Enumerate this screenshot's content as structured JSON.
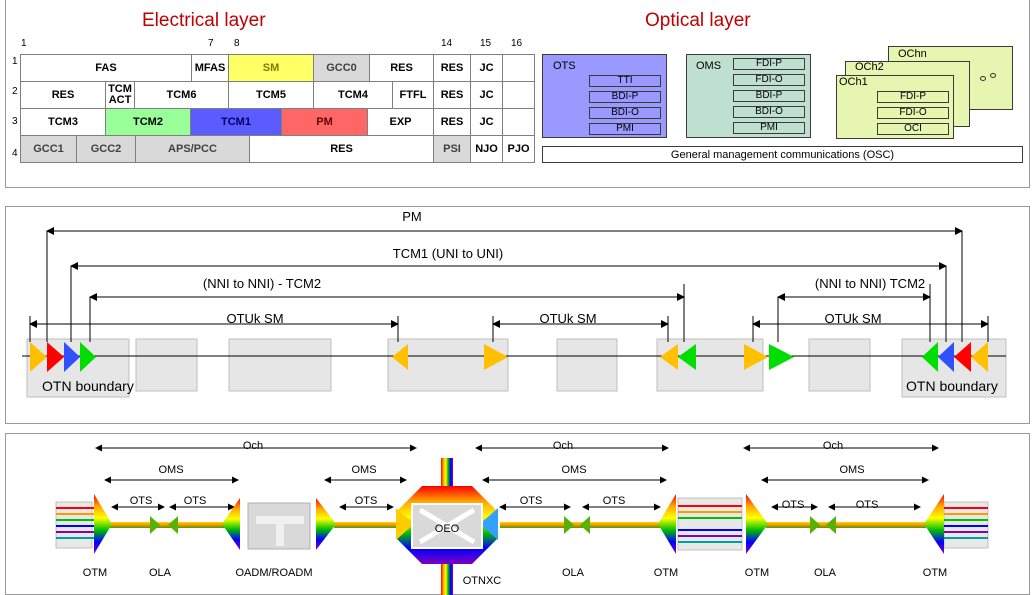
{
  "electrical": {
    "title": "Electrical layer",
    "col_numbers": [
      "1",
      "7",
      "8",
      "14",
      "15",
      "16"
    ],
    "row_numbers": [
      "1",
      "2",
      "3",
      "4"
    ],
    "cells": {
      "fas": "FAS",
      "mfas": "MFAS",
      "sm": "SM",
      "gcc0": "GCC0",
      "res_r1": "RES",
      "res_r1b": "RES",
      "jc_r1": "JC",
      "res_r2": "RES",
      "tcm_act": "TCM ACT",
      "tcm6": "TCM6",
      "tcm5": "TCM5",
      "tcm4": "TCM4",
      "ftfl": "FTFL",
      "res_r2b": "RES",
      "jc_r2": "JC",
      "tcm3": "TCM3",
      "tcm2": "TCM2",
      "tcm1": "TCM1",
      "pm": "PM",
      "exp": "EXP",
      "res_r3": "RES",
      "jc_r3": "JC",
      "gcc1": "GCC1",
      "gcc2": "GCC2",
      "aps_pcc": "APS/PCC",
      "res_r4": "RES",
      "psi": "PSI",
      "njo": "NJO",
      "pjo": "PJO"
    }
  },
  "optical": {
    "title": "Optical layer",
    "ots": {
      "label": "OTS",
      "fields": [
        "TTI",
        "BDI-P",
        "BDI-O",
        "PMI"
      ]
    },
    "oms": {
      "label": "OMS",
      "fields": [
        "FDI-P",
        "FDI-O",
        "BDI-P",
        "BDI-O",
        "PMI"
      ]
    },
    "och": {
      "labels": [
        "OChn",
        "OCh2",
        "OCh1"
      ],
      "fields": [
        "FDI-P",
        "FDI-O",
        "OCI"
      ]
    },
    "osc": "General management communications (OSC)"
  },
  "monitoring": {
    "pm": "PM",
    "tcm1": "TCM1 (UNI to UNI)",
    "tcm2_left": "(NNI to NNI) -  TCM2",
    "tcm2_right": "(NNI to NNI)  TCM2",
    "otuk_sm": "OTUk SM",
    "otn_boundary": "OTN boundary"
  },
  "network": {
    "och": "Och",
    "oms": "OMS",
    "ots": "OTS",
    "oeo": "OEO",
    "nodes": [
      "OTM",
      "OLA",
      "OADM/ROADM",
      "OTNXC",
      "OLA",
      "OTM",
      "OTM",
      "OLA",
      "OTM"
    ]
  },
  "colors": {
    "title": "#c00000",
    "sm": "#ffff66",
    "gcc_gray": "#d9d9d9",
    "tcm2": "#99ff99",
    "tcm1": "#5b5bff",
    "pm": "#ff6666",
    "ots_bg": "#9999ff",
    "oms_bg": "#bfe0d0",
    "och_bg": "#e6f5b0",
    "tri_yellow": "#ffc000",
    "tri_red": "#ff0000",
    "tri_blue": "#3050ff",
    "tri_green": "#00dd00"
  }
}
